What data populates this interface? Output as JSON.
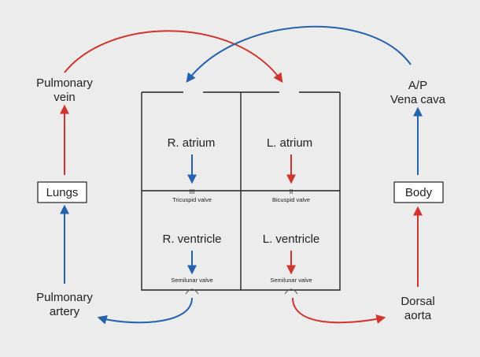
{
  "colors": {
    "oxygenated": "#d0342c",
    "deoxygenated": "#2461b0",
    "line": "#222222",
    "background": "#ececec"
  },
  "labels": {
    "pulmonary_vein": [
      "Pulmonary",
      "vein"
    ],
    "vena_cava": [
      "A/P",
      "Vena cava"
    ],
    "lungs": "Lungs",
    "body": "Body",
    "pulmonary_artery": [
      "Pulmonary",
      "artery"
    ],
    "dorsal_aorta": [
      "Dorsal",
      "aorta"
    ]
  },
  "heart": {
    "r_atrium": "R. atrium",
    "l_atrium": "L. atrium",
    "r_ventricle": "R. ventricle",
    "l_ventricle": "L. ventricle",
    "tricuspid_valve": "Tricuspid valve",
    "bicuspid_valve": "Bicuspid valve",
    "semilunar_valve_left": "Semilunar valve",
    "semilunar_valve_right": "Semilunar valve",
    "valve_marks_tricuspid": "III",
    "valve_marks_bicuspid": "II"
  }
}
